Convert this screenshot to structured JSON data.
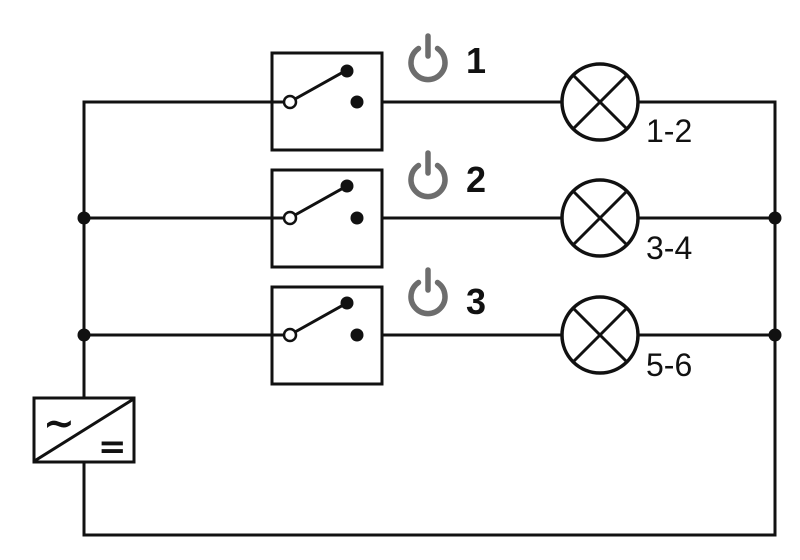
{
  "channels": [
    {
      "number": "1",
      "lamp": "1-2"
    },
    {
      "number": "2",
      "lamp": "3-4"
    },
    {
      "number": "3",
      "lamp": "5-6"
    }
  ],
  "converter": {
    "ac_symbol": "~",
    "dc_symbol": "="
  },
  "colors": {
    "wire": "#111111",
    "power_icon": "#6d6d6d"
  },
  "icons": {
    "channel": "power-icon",
    "lamp": "lamp-icon",
    "switch": "switch-icon"
  }
}
